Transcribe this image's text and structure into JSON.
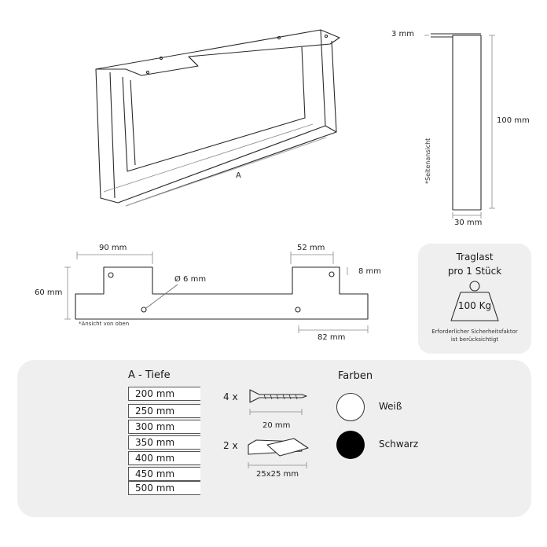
{
  "top_view_labels": {
    "thickness": "3 mm",
    "height": "100 mm",
    "side_view_caption": "*Seitenansicht",
    "width": "30 mm",
    "depth_label": "A"
  },
  "plate_labels": {
    "left_width": "90 mm",
    "right_width": "52 mm",
    "tab_height": "8 mm",
    "total_height": "60 mm",
    "hole_diameter": "Ø 6 mm",
    "bottom_offset": "82 mm",
    "view_caption": "*Ansicht von oben"
  },
  "load": {
    "title_line1": "Traglast",
    "title_line2": "pro 1 Stück",
    "weight": "100 Kg",
    "note_line1": "Erforderlicher Sicherheitsfaktor",
    "note_line2": "ist berücksichtigt"
  },
  "depth": {
    "title": "A - Tiefe",
    "options": [
      "200 mm",
      "250 mm",
      "300 mm",
      "350 mm",
      "400 mm",
      "450 mm",
      "500 mm"
    ]
  },
  "accessories": {
    "screw_count": "4 x",
    "screw_length": "20 mm",
    "pad_count": "2 x",
    "pad_size": "25x25 mm"
  },
  "colors": {
    "title": "Farben",
    "items": [
      {
        "name": "Weiß",
        "hex": "#ffffff"
      },
      {
        "name": "Schwarz",
        "hex": "#000000"
      }
    ]
  }
}
